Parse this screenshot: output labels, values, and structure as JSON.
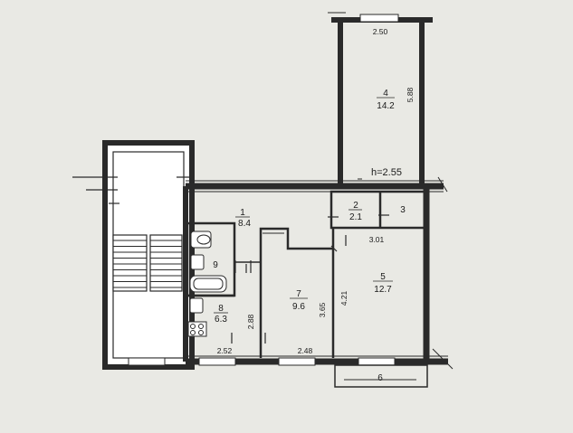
{
  "plan": {
    "ceiling_height": "h=2.55",
    "rooms": [
      {
        "id": "room-1",
        "number": "1",
        "area": "8.4"
      },
      {
        "id": "room-2",
        "number": "2",
        "area": "2.1"
      },
      {
        "id": "room-3",
        "number": "3",
        "area": ""
      },
      {
        "id": "room-4",
        "number": "4",
        "area": "14.2"
      },
      {
        "id": "room-5",
        "number": "5",
        "area": "12.7"
      },
      {
        "id": "room-6",
        "number": "6",
        "area": ""
      },
      {
        "id": "room-7",
        "number": "7",
        "area": "9.6"
      },
      {
        "id": "room-8",
        "number": "8",
        "area": "6.3"
      },
      {
        "id": "room-9",
        "number": "9",
        "area": ""
      }
    ],
    "dimensions": {
      "room4_width": "2.50",
      "room4_length": "5.88",
      "room5_width": "3.01",
      "room5_length": "4.21",
      "room7_length": "3.65",
      "room7_width": "2.48",
      "room8_width": "2.52",
      "room8_length": "2.88"
    }
  },
  "colors": {
    "background": "#e9e9e4",
    "wall": "#2a2a2a",
    "stair_fill": "#ffffff"
  }
}
